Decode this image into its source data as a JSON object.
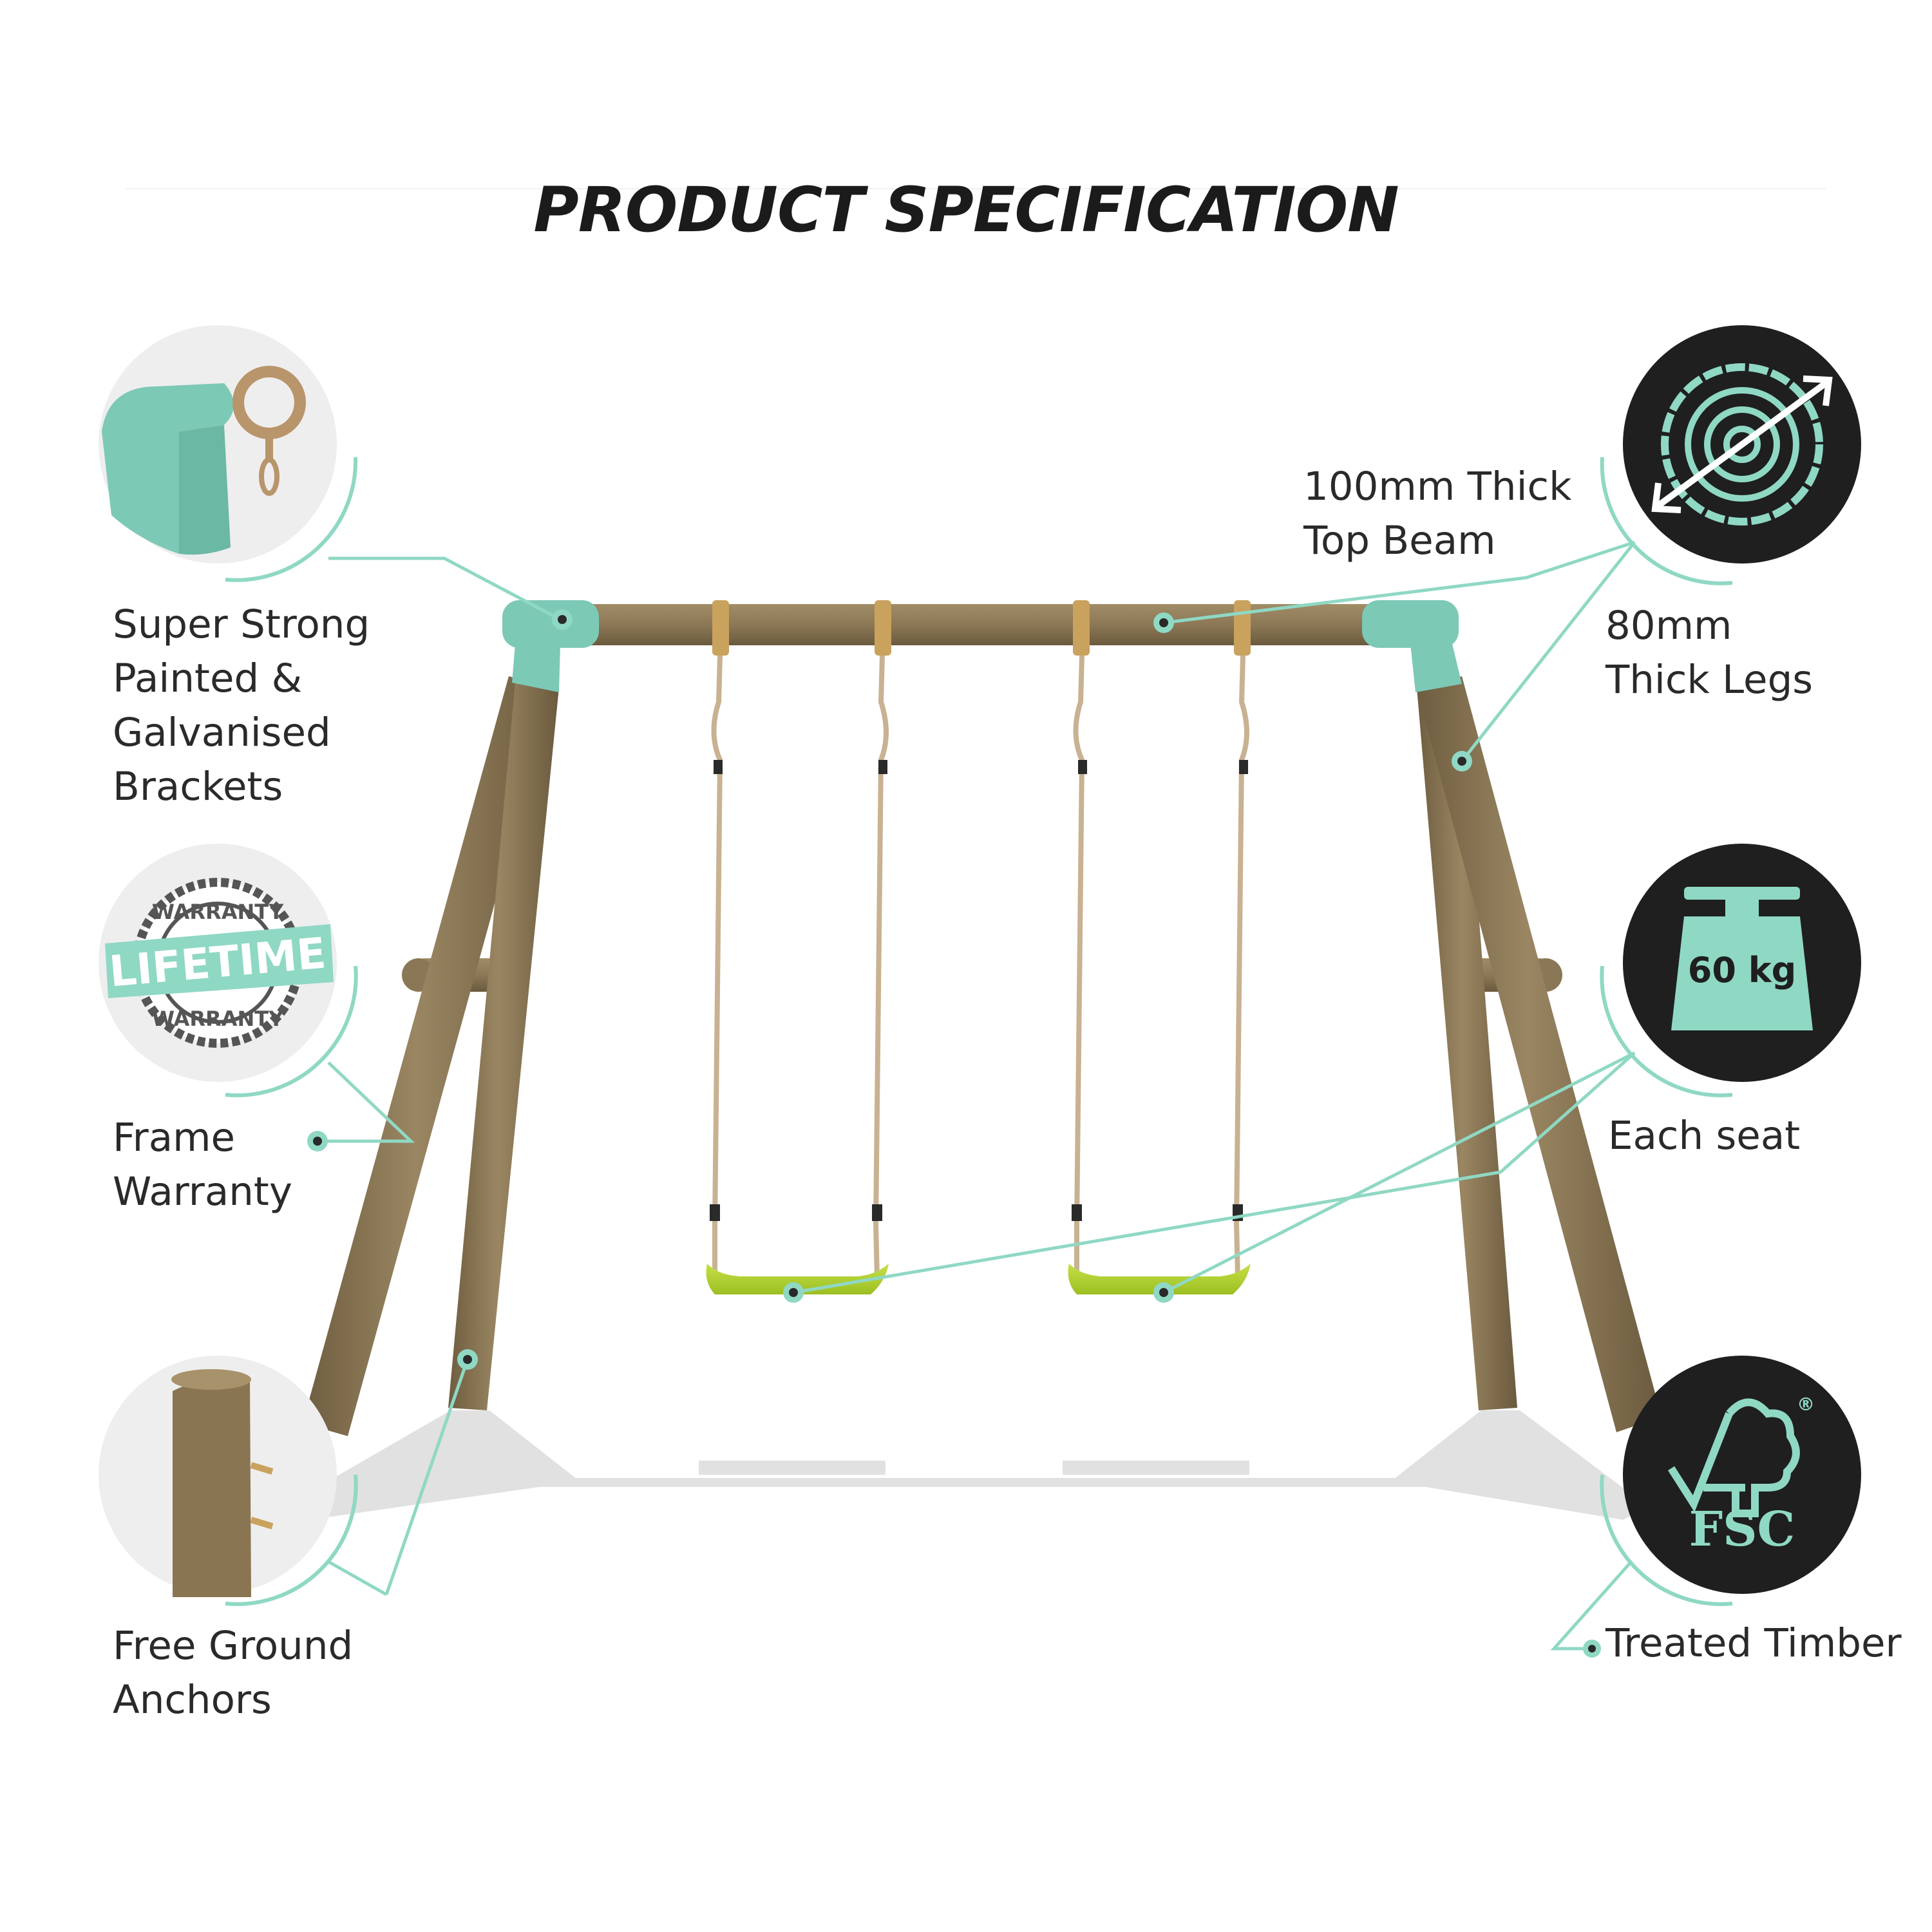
{
  "title": "PRODUCT SPECIFICATION",
  "colors": {
    "accent": "#8fd8c4",
    "bracket": "#7cc9b6",
    "timber": "#8a7755",
    "seat": "#b5d334",
    "badge_dark": "#1f1f1f",
    "text": "#2a2a2a"
  },
  "callouts": {
    "brackets": {
      "lines": [
        "Super Strong",
        "Painted &",
        "Galvanised",
        "Brackets"
      ]
    },
    "warranty": {
      "lines": [
        "Frame",
        "Warranty"
      ]
    },
    "anchors": {
      "lines": [
        "Free Ground",
        "Anchors"
      ]
    },
    "beam": {
      "lines": [
        "100mm Thick",
        "Top Beam"
      ]
    },
    "legs": {
      "lines": [
        "80mm",
        "Thick Legs"
      ]
    },
    "seat": {
      "lines": [
        "Each seat"
      ]
    },
    "timber": {
      "lines": [
        "Treated Timber"
      ]
    }
  },
  "badges": {
    "warranty_top": "WARRANTY",
    "warranty_banner": "LIFETIME",
    "warranty_bottom": "WARRANTY",
    "weight": "60 kg",
    "fsc": "FSC",
    "fsc_mark": "®"
  },
  "icons": {
    "bracket": "bracket-icon",
    "warranty": "warranty-seal-icon",
    "anchor": "ground-anchor-icon",
    "log": "log-rings-icon",
    "weight": "weight-icon",
    "fsc": "fsc-tree-icon"
  }
}
